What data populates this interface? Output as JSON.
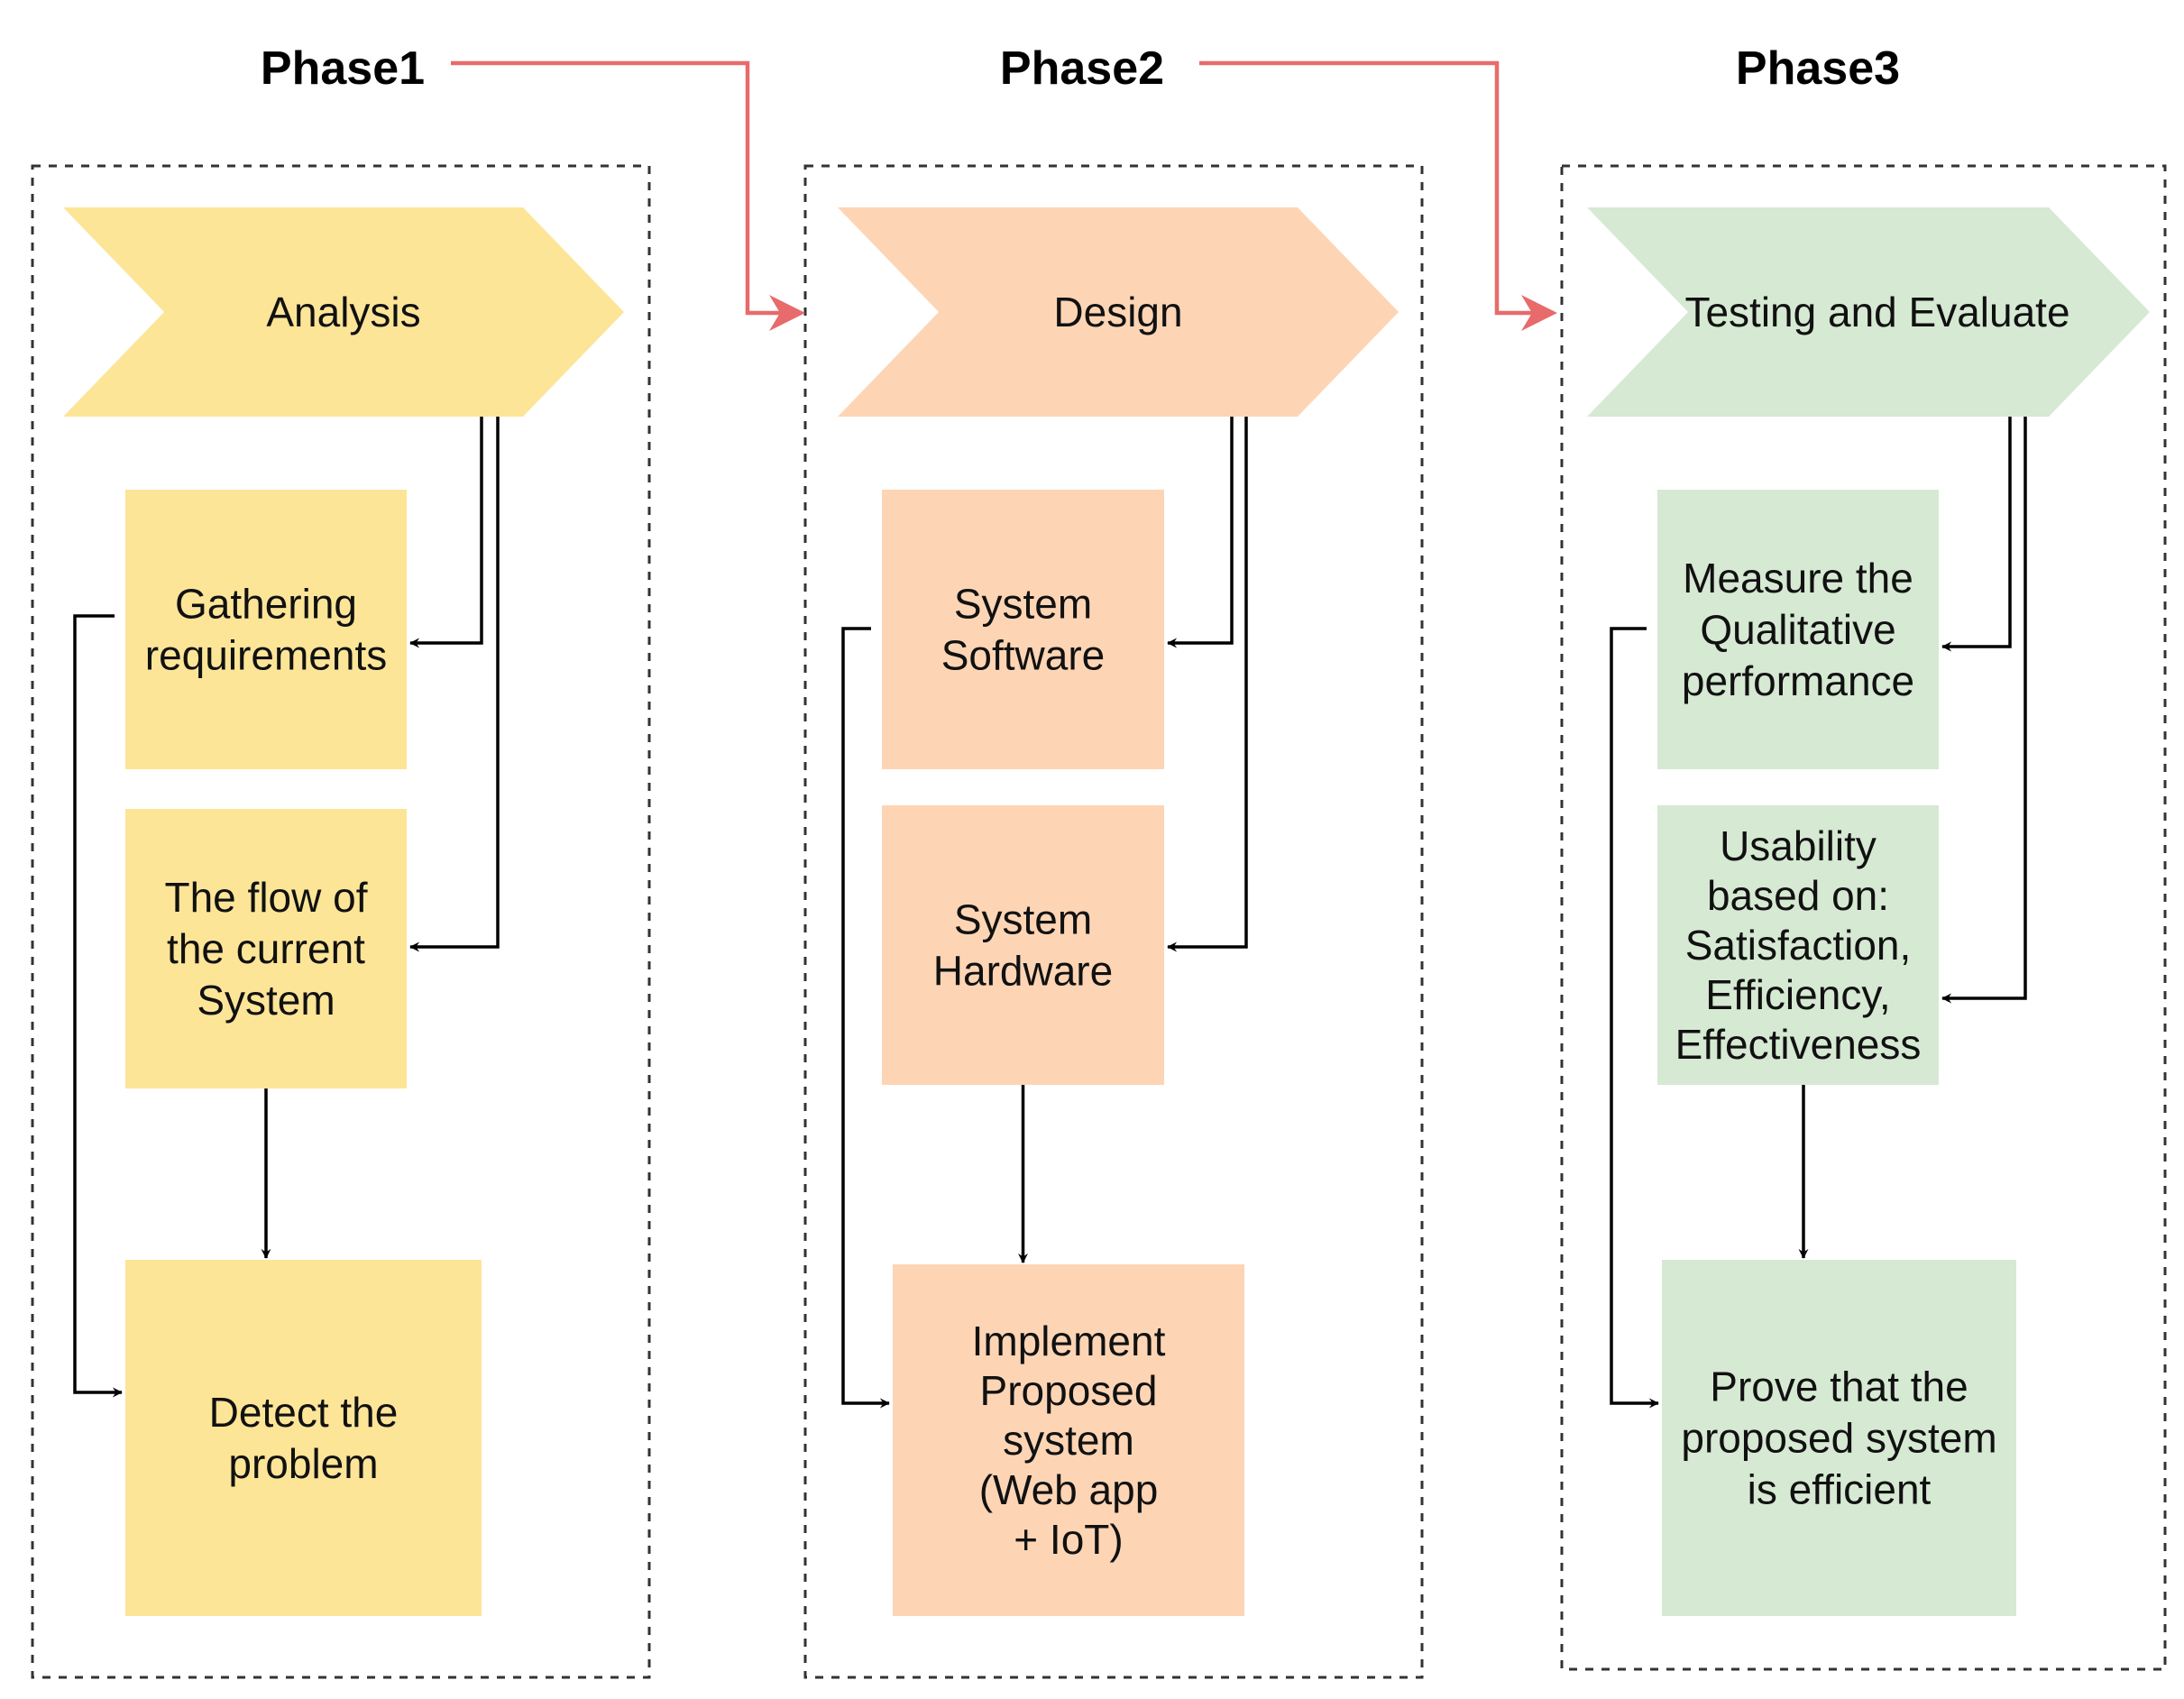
{
  "phases": [
    {
      "title": "Phase1",
      "stage": "Analysis",
      "color": "#fde598",
      "boxes": [
        "Gathering\nrequirements",
        "The flow of\nthe current\nSystem",
        "Detect the\nproblem"
      ]
    },
    {
      "title": "Phase2",
      "stage": "Design",
      "color": "#fdd5b5",
      "boxes": [
        "System\nSoftware",
        "System\nHardware",
        "Implement\nProposed\nsystem\n(Web app\n+ IoT)"
      ]
    },
    {
      "title": "Phase3",
      "stage": "Testing and Evaluate",
      "color": "#d6e9d3",
      "boxes": [
        "Measure the\nQualitative\nperformance",
        "Usability\nbased on:\nSatisfaction,\nEfficiency,\nEffectiveness",
        "Prove that the\nproposed system\nis efficient"
      ]
    }
  ],
  "colors": {
    "phase_link": "#e86a6a",
    "connector": "#000000",
    "frame": "#333333"
  }
}
